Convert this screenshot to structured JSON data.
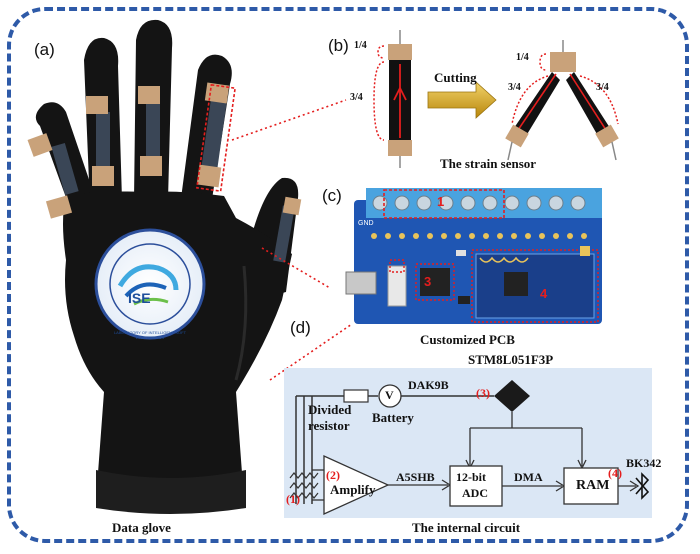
{
  "panels": {
    "a": "(a)",
    "b": "(b)",
    "c": "(c)",
    "d": "(d)"
  },
  "captions": {
    "glove": "Data glove",
    "sensor": "The strain sensor",
    "pcb": "Customized PCB",
    "circuit": "The internal circuit"
  },
  "sensor": {
    "cutting": "Cutting",
    "q1": "1/4",
    "q3": "3/4",
    "q1_right": "1/4",
    "q3_left": "3/4",
    "q3_right": "3/4"
  },
  "logo": {
    "text": "ISE",
    "ring_text": "LABORATORY OF INTELLIGENT SOFT ELECTRONICS"
  },
  "pcb": {
    "mark1": "1",
    "mark3": "3",
    "mark4": "4",
    "gnd": "GND"
  },
  "circuit": {
    "divided": "Divided",
    "resistor": "resistor",
    "battery": "Battery",
    "voltmeter": "V",
    "dak": "DAK9B",
    "mcu": "STM8L051F3P",
    "m1": "(1)",
    "m2": "(2)",
    "m3": "(3)",
    "m4": "(4)",
    "amplify": "Amplify",
    "a5": "A5SHB",
    "adc1": "12-bit",
    "adc2": "ADC",
    "dma": "DMA",
    "ram": "RAM",
    "bk": "BK342"
  },
  "colors": {
    "frame": "#2e5aa8",
    "red": "#e41e1e",
    "glove": "#141414",
    "tape": "#c9a27a",
    "pcb_blue": "#1f56b3",
    "terminal": "#4aa3df",
    "circuit_bg": "#dbe7f5"
  }
}
